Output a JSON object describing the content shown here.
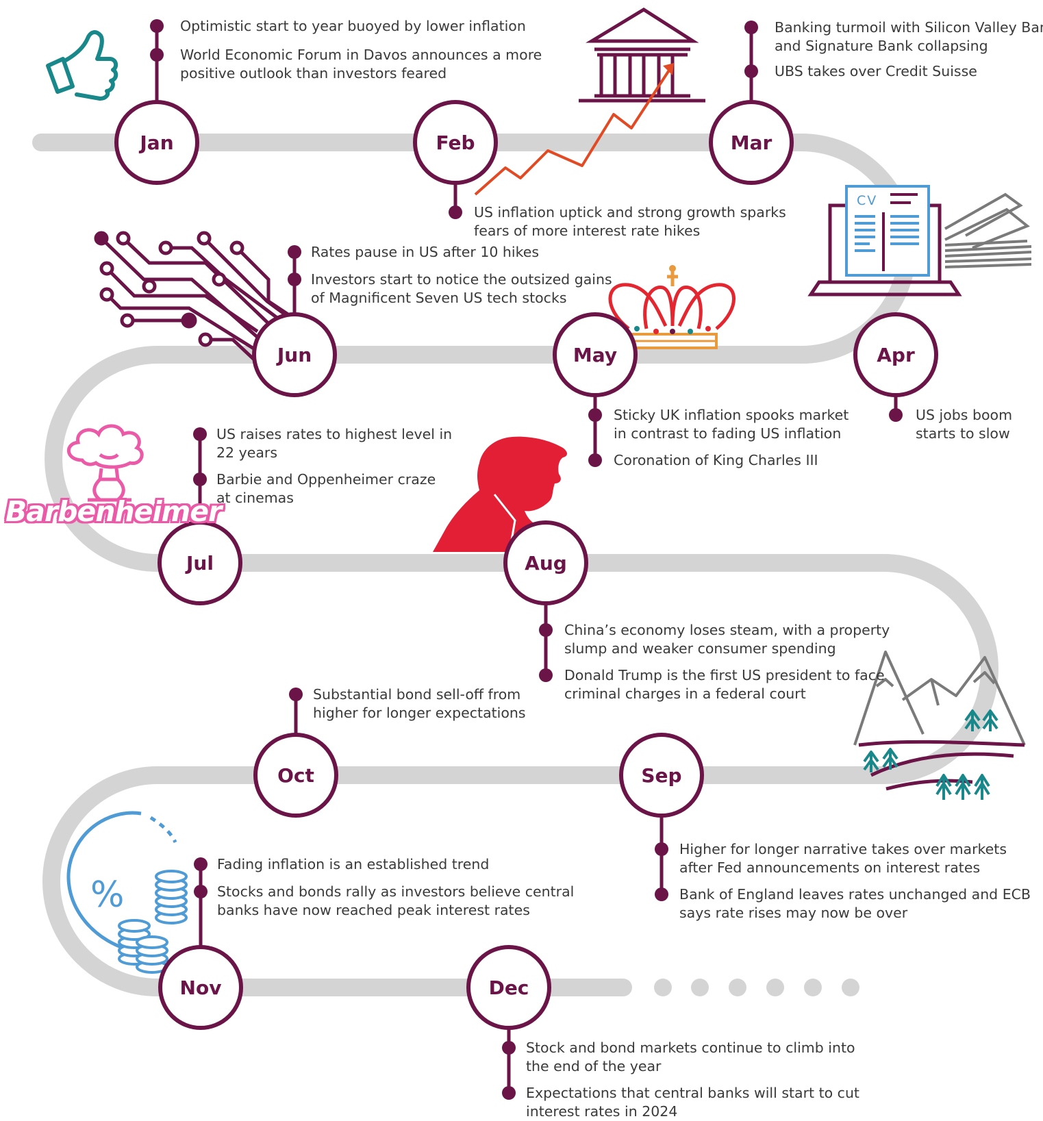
{
  "colors": {
    "road": "#d4d4d4",
    "accent": "#6a1448",
    "text": "#3a3a3a",
    "chart_arrow": "#e24a24",
    "crown": "#e3262f",
    "trump": "#e31f36",
    "barbie": "#ea5aa7",
    "thumb": "#19888a",
    "mountain_trees": "#19888a",
    "finance_blue": "#4e9bd6"
  },
  "icons": {
    "jan": "thumbs-up-icon",
    "feb": "bank-building-rising-chart-icon",
    "mar_apr": "laptop-cv-icon",
    "may": "crown-icon",
    "jun": "circuit-icon",
    "jul": "barbenheimer-mushroom-cloud-icon",
    "aug": "trump-silhouette-icon",
    "sep": "mountains-trees-icon",
    "nov": "percent-coins-icon"
  },
  "barbie_logo": "Barbenheimer",
  "cv_label": "CV",
  "percent_symbol": "%",
  "months": [
    {
      "key": "jan",
      "label": "Jan",
      "events": [
        {
          "lines": [
            "Optimistic start to year buoyed by lower inflation"
          ]
        },
        {
          "lines": [
            "World Economic Forum in Davos announces a more",
            "positive outlook than investors feared"
          ]
        }
      ]
    },
    {
      "key": "feb",
      "label": "Feb",
      "events": [
        {
          "lines": [
            "US inflation uptick and strong growth sparks",
            "fears of more interest rate hikes"
          ]
        }
      ]
    },
    {
      "key": "mar",
      "label": "Mar",
      "events": [
        {
          "lines": [
            "Banking turmoil with Silicon Valley Bank",
            "and Signature Bank collapsing"
          ]
        },
        {
          "lines": [
            "UBS takes over Credit Suisse"
          ]
        }
      ]
    },
    {
      "key": "apr",
      "label": "Apr",
      "events": [
        {
          "lines": [
            "US jobs boom",
            "starts to slow"
          ]
        }
      ]
    },
    {
      "key": "may",
      "label": "May",
      "events": [
        {
          "lines": [
            "Sticky UK inflation spooks market",
            "in contrast to fading US inflation"
          ]
        },
        {
          "lines": [
            "Coronation of King Charles III"
          ]
        }
      ]
    },
    {
      "key": "jun",
      "label": "Jun",
      "events": [
        {
          "lines": [
            "Rates pause in US after 10 hikes"
          ]
        },
        {
          "lines": [
            "Investors start to notice the outsized gains",
            "of Magnificent Seven US tech stocks"
          ]
        }
      ]
    },
    {
      "key": "jul",
      "label": "Jul",
      "events": [
        {
          "lines": [
            "US raises rates to highest level in",
            "22 years"
          ]
        },
        {
          "lines": [
            "Barbie and Oppenheimer craze",
            "at cinemas"
          ]
        }
      ]
    },
    {
      "key": "aug",
      "label": "Aug",
      "events": [
        {
          "lines": [
            "China’s economy loses steam, with a property",
            "slump and weaker consumer spending"
          ]
        },
        {
          "lines": [
            "Donald Trump is the first US president to face",
            "criminal charges in a federal court"
          ]
        }
      ]
    },
    {
      "key": "sep",
      "label": "Sep",
      "events": [
        {
          "lines": [
            "Higher for longer narrative takes over markets",
            "after Fed announcements on interest rates"
          ]
        },
        {
          "lines": [
            "Bank of England leaves rates unchanged and ECB",
            "says rate rises may now be over"
          ]
        }
      ]
    },
    {
      "key": "oct",
      "label": "Oct",
      "events": [
        {
          "lines": [
            "Substantial bond sell-off from",
            "higher for longer expectations"
          ]
        }
      ]
    },
    {
      "key": "nov",
      "label": "Nov",
      "events": [
        {
          "lines": [
            "Fading inflation is an established trend"
          ]
        },
        {
          "lines": [
            "Stocks and bonds rally as investors believe central",
            "banks have now reached peak interest rates"
          ]
        }
      ]
    },
    {
      "key": "dec",
      "label": "Dec",
      "events": [
        {
          "lines": [
            "Stock and bond markets continue to climb into",
            "the end of the year"
          ]
        },
        {
          "lines": [
            "Expectations that central banks will start to cut",
            "interest rates in 2024"
          ]
        }
      ]
    }
  ]
}
